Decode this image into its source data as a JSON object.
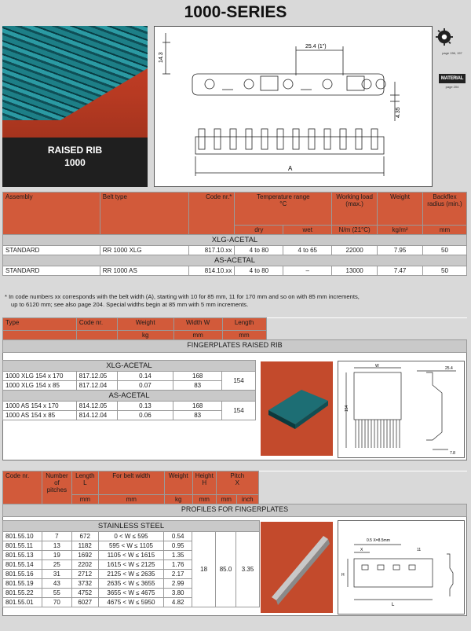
{
  "title": "1000-SERIES",
  "photo": {
    "caption_line1": "RAISED RIB",
    "caption_line2": "1000"
  },
  "drawing": {
    "dim_pitch": "25.4  (1\")",
    "dim_height": "14.3",
    "dim_rib": "4.35",
    "dim_width": "A"
  },
  "icons": {
    "gear_note": "page 156, 157",
    "material_label": "MATERIAL",
    "material_note": "page 204"
  },
  "belts_table": {
    "headers": {
      "assembly": "Assembly",
      "belt_type": "Belt type",
      "code_nr": "Code nr.*",
      "temp": "Temperature range",
      "temp_unit": "°C",
      "dry": "dry",
      "wet": "wet",
      "load": "Working load (max.)",
      "load_unit": "N/m (21°C)",
      "weight": "Weight",
      "weight_unit": "kg/m²",
      "backflex": "Backflex radius (min.)",
      "backflex_unit": "mm"
    },
    "groups": [
      {
        "name": "XLG-ACETAL",
        "rows": [
          {
            "assembly": "STANDARD",
            "type": "RR 1000 XLG",
            "code": "817.10.xx",
            "dry": "4 to 80",
            "wet": "4 to 65",
            "load": "22000",
            "weight": "7.95",
            "backflex": "50"
          }
        ]
      },
      {
        "name": "AS-ACETAL",
        "rows": [
          {
            "assembly": "STANDARD",
            "type": "RR 1000 AS",
            "code": "814.10.xx",
            "dry": "4 to 80",
            "wet": "–",
            "load": "13000",
            "weight": "7.47",
            "backflex": "50"
          }
        ]
      }
    ]
  },
  "footnote_line1": "*  In code numbers xx corresponds with the belt width (A), starting with 10 for 85 mm, 11 for 170 mm and so on with 85 mm increments,",
  "footnote_line2": "up to 6120 mm; see also page 204. Special widths begin at 85 mm with 5 mm increments.",
  "fingerplates": {
    "headers": {
      "type": "Type",
      "code": "Code nr.",
      "weight": "Weight",
      "weight_unit": "kg",
      "width": "Width W",
      "width_unit": "mm",
      "length": "Length",
      "length_unit": "mm"
    },
    "title": "FINGERPLATES RAISED RIB",
    "groups": [
      {
        "name": "XLG-ACETAL",
        "length": "154",
        "rows": [
          {
            "type": "1000 XLG 154 x 170",
            "code": "817.12.05",
            "weight": "0.14",
            "width": "168"
          },
          {
            "type": "1000 XLG 154 x 85",
            "code": "817.12.04",
            "weight": "0.07",
            "width": "83"
          }
        ]
      },
      {
        "name": "AS-ACETAL",
        "length": "154",
        "rows": [
          {
            "type": "1000 AS 154 x 170",
            "code": "814.12.05",
            "weight": "0.13",
            "width": "168"
          },
          {
            "type": "1000 AS 154 x 85",
            "code": "814.12.04",
            "weight": "0.06",
            "width": "83"
          }
        ]
      }
    ],
    "drawing": {
      "w": "W",
      "d1": "25.4",
      "d2": "154",
      "d3": "7.8"
    }
  },
  "profiles": {
    "headers": {
      "code": "Code nr.",
      "pitches": "Number of pitches",
      "length": "Length",
      "length_l": "L",
      "length_unit": "mm",
      "for_belt": "For belt width",
      "for_belt_unit": "mm",
      "weight": "Weight",
      "weight_unit": "kg",
      "height": "Height",
      "height_h": "H",
      "height_unit": "mm",
      "pitch": "Pitch",
      "pitch_x": "X",
      "pitch_mm": "mm",
      "pitch_inch": "inch"
    },
    "title": "PROFILES FOR FINGERPLATES",
    "group": "STAINLESS STEEL",
    "height": "18",
    "pitch_mm": "85.0",
    "pitch_inch": "3.35",
    "rows": [
      {
        "code": "801.55.10",
        "pitches": "7",
        "length": "672",
        "range": "0 < W ≤  595",
        "weight": "0.54"
      },
      {
        "code": "801.55.11",
        "pitches": "13",
        "length": "1182",
        "range": "595 < W ≤ 1105",
        "weight": "0.95"
      },
      {
        "code": "801.55.13",
        "pitches": "19",
        "length": "1692",
        "range": "1105 < W ≤ 1615",
        "weight": "1.35"
      },
      {
        "code": "801.55.14",
        "pitches": "25",
        "length": "2202",
        "range": "1615 < W ≤ 2125",
        "weight": "1.76"
      },
      {
        "code": "801.55.16",
        "pitches": "31",
        "length": "2712",
        "range": "2125 < W ≤ 2635",
        "weight": "2.17"
      },
      {
        "code": "801.55.19",
        "pitches": "43",
        "length": "3732",
        "range": "2635 < W ≤ 3655",
        "weight": "2.99"
      },
      {
        "code": "801.55.22",
        "pitches": "55",
        "length": "4752",
        "range": "3655 < W ≤ 4675",
        "weight": "3.80"
      },
      {
        "code": "801.55.01",
        "pitches": "70",
        "length": "6027",
        "range": "4675 < W ≤ 5950",
        "weight": "4.82"
      }
    ],
    "drawing": {
      "dim_top": "0.5  X=8.5mm",
      "x": "X",
      "d11": "11",
      "l": "L",
      "h": "H"
    }
  }
}
